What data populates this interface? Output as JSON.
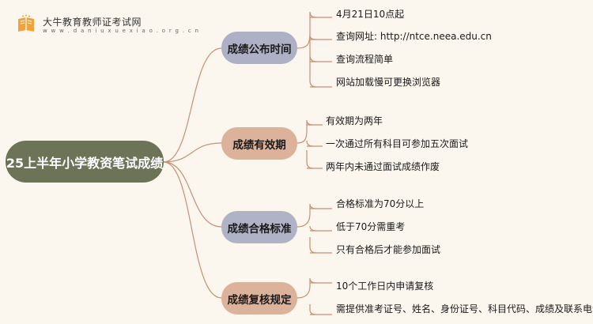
{
  "logo": {
    "title": "大牛教育教师证考试网",
    "url": "w w w . d a n i u x u e x i a o . o r g . c n"
  },
  "mindmap": {
    "root": "25上半年小学教资笔试成绩",
    "branches": [
      {
        "label": "成绩公布时间",
        "leaves": [
          "4月21日10点起",
          "查询网址: http://ntce.neea.edu.cn",
          "查询流程简单",
          "网站加载慢可更换浏览器"
        ]
      },
      {
        "label": "成绩有效期",
        "leaves": [
          "有效期为两年",
          "一次通过所有科目可参加五次面试",
          "两年内未通过面试成绩作废"
        ]
      },
      {
        "label": "成绩合格标准",
        "leaves": [
          "合格标准为70分以上",
          "低于70分需重考",
          "只有合格后才能参加面试"
        ]
      },
      {
        "label": "成绩复核规定",
        "leaves": [
          "10个工作日内申请复核",
          "需提供准考证号、姓名、身份证号、科目代码、成绩及联系电话"
        ]
      }
    ]
  },
  "colors": {
    "background": "#fbf7ef",
    "root": "#6d7357",
    "branch_blue": "#aeb1c5",
    "branch_peach": "#ddb29b",
    "link": "#c98f74",
    "logo_orange": "#f2a23a"
  }
}
